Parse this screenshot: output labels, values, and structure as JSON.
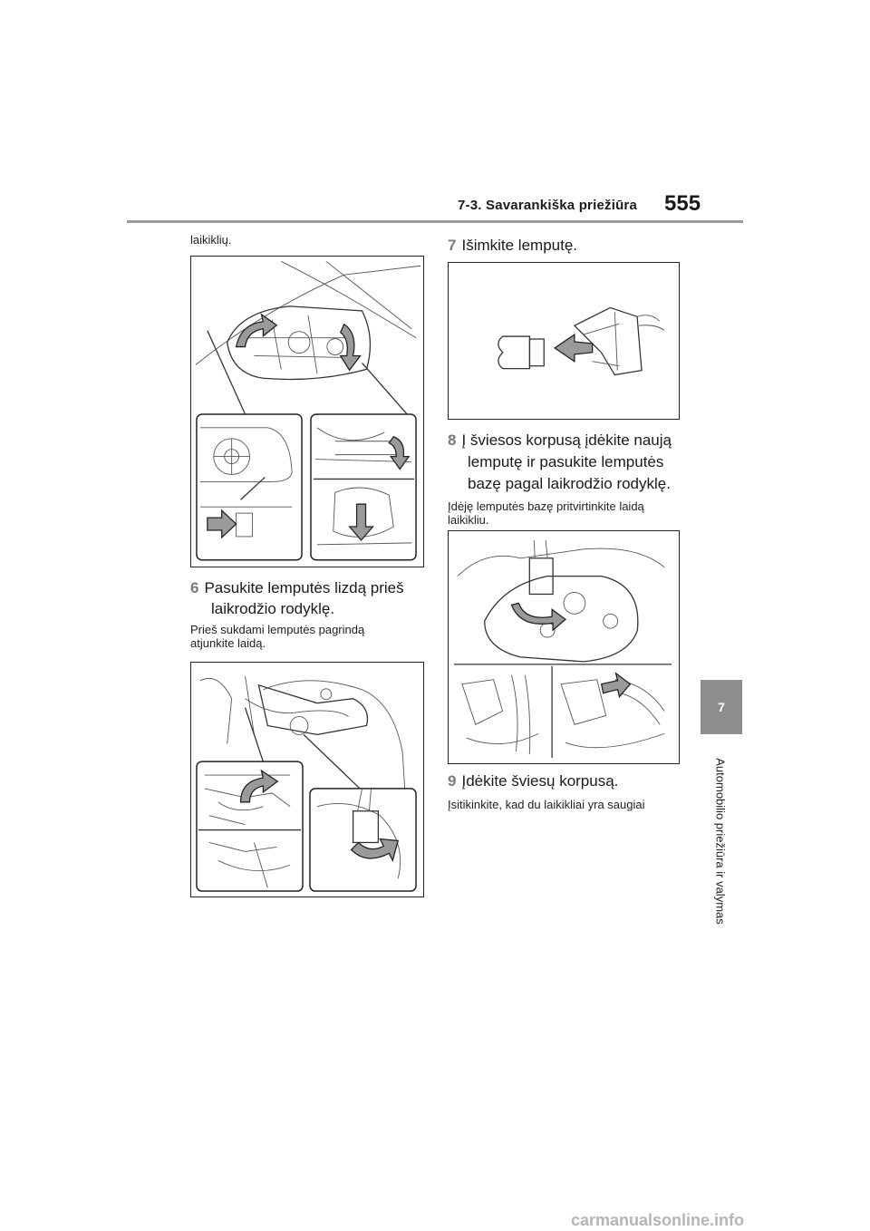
{
  "header": {
    "section": "7-3. Savarankiška priežiūra",
    "page_number": "555"
  },
  "side_tab": {
    "chapter_number": "7",
    "chapter_title": "Automobilio priežiūra ir valymas"
  },
  "left_column": {
    "continuation_text": "laikiklių.",
    "step6": {
      "number": "6",
      "text_line1": "Pasukite lemputės lizdą prieš",
      "text_line2": "laikrodžio rodyklę."
    },
    "step6_note_line1": "Prieš sukdami lemputės pagrindą",
    "step6_note_line2": "atjunkite laidą."
  },
  "right_column": {
    "step7": {
      "number": "7",
      "text": "Išimkite lemputę."
    },
    "step8": {
      "number": "8",
      "text_line1": "Į šviesos korpusą įdėkite naują",
      "text_line2": "lemputę ir pasukite lemputės",
      "text_line3": "bazę pagal laikrodžio rodyklę."
    },
    "step8_note_line1": "Įdėję lemputės bazę pritvirtinkite laidą",
    "step8_note_line2": "laikikliu.",
    "step9": {
      "number": "9",
      "text": "Įdėkite šviesų korpusą."
    },
    "step9_note": "Įsitikinkite, kad du laikikliai yra saugiai"
  },
  "footer": {
    "watermark": "carmanualsonline.info"
  }
}
